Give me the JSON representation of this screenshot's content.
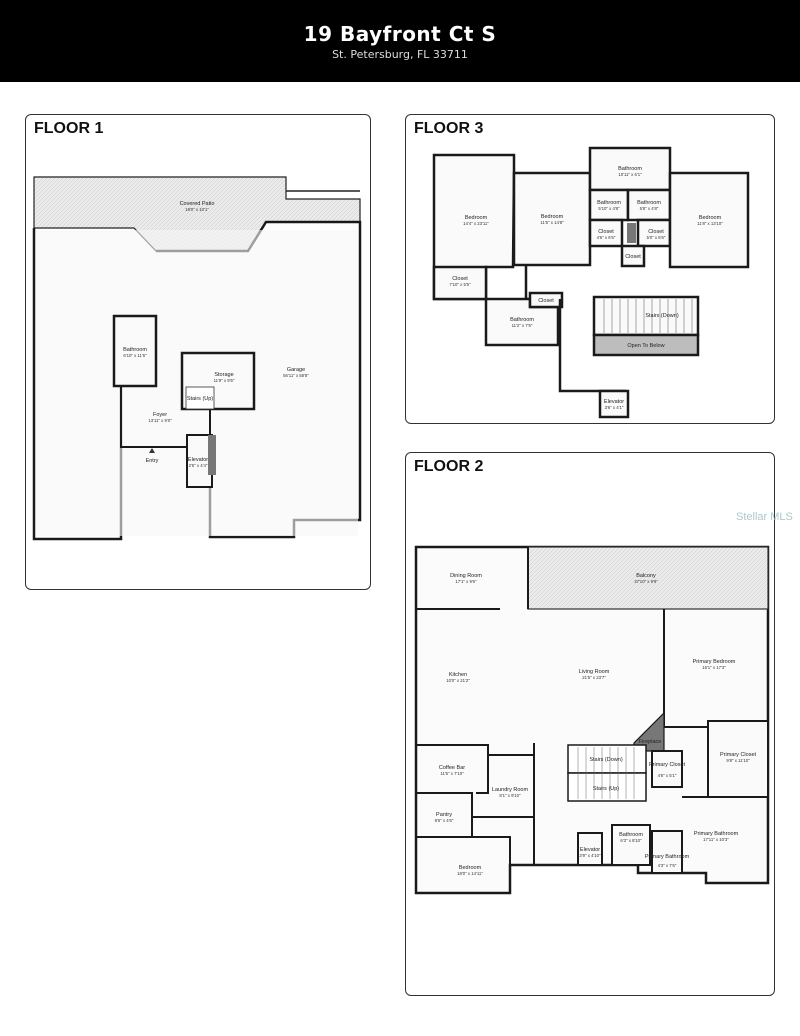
{
  "header": {
    "title": "19 Bayfront Ct S",
    "subtitle": "St. Petersburg, FL 33711"
  },
  "floor1": {
    "title": "FLOOR 1",
    "rooms": {
      "patio": {
        "name": "Covered Patio",
        "dim": "18'0\" x 10'1\""
      },
      "garage": {
        "name": "Garage",
        "dim": "56'11\" x 58'8\""
      },
      "bathroom": {
        "name": "Bathroom",
        "dim": "6'10\" x 11'5\""
      },
      "storage": {
        "name": "Storage",
        "dim": "11'9\" x 9'5\""
      },
      "stairs": {
        "name": "Stairs (Up)"
      },
      "foyer": {
        "name": "Foyer",
        "dim": "13'11\" x 9'0\""
      },
      "entry": {
        "name": "Entry"
      },
      "elevator": {
        "name": "Elevator",
        "dim": "2'5\" x 4'4\""
      }
    }
  },
  "floor3": {
    "title": "FLOOR 3",
    "rooms": {
      "bedroom_a": {
        "name": "Bedroom",
        "dim": "14'4\" x 23'11\""
      },
      "bedroom_b": {
        "name": "Bedroom",
        "dim": "11'5\" x 14'8\""
      },
      "bedroom_c": {
        "name": "Bedroom",
        "dim": "11'8\" x 13'10\""
      },
      "bathroom_top": {
        "name": "Bathroom",
        "dim": "10'11\" x 6'1\""
      },
      "bathroom_l": {
        "name": "Bathroom",
        "dim": "5'10\" x 4'8\""
      },
      "bathroom_r": {
        "name": "Bathroom",
        "dim": "5'8\" x 4'8\""
      },
      "closet_l": {
        "name": "Closet",
        "dim": "4'6\" x 6'6\""
      },
      "closet_r": {
        "name": "Closet",
        "dim": "5'0\" x 6'6\""
      },
      "closet_mid": {
        "name": "Closet"
      },
      "closet_w": {
        "name": "Closet",
        "dim": "7'10\" x 5'5\""
      },
      "closet_small": {
        "name": "Closet"
      },
      "bathroom_low": {
        "name": "Bathroom",
        "dim": "11'2\" x 7'5\""
      },
      "stairs": {
        "name": "Stairs (Down)"
      },
      "open": {
        "name": "Open To Below"
      },
      "elevator": {
        "name": "Elevator",
        "dim": "3'6\" x 4'1\""
      }
    }
  },
  "floor2": {
    "title": "FLOOR 2",
    "rooms": {
      "dining": {
        "name": "Dining Room",
        "dim": "17'1\" x 9'6\""
      },
      "balcony": {
        "name": "Balcony",
        "dim": "37'10\" x 9'9\""
      },
      "kitchen": {
        "name": "Kitchen",
        "dim": "10'0\" x 21'2\""
      },
      "living": {
        "name": "Living Room",
        "dim": "21'5\" x 23'7\""
      },
      "primary_bed": {
        "name": "Primary Bedroom",
        "dim": "16'1\" x 17'3\""
      },
      "fireplace": {
        "name": "Fireplace"
      },
      "primary_closet": {
        "name": "Primary Closet",
        "dim": "9'8\" x 11'10\""
      },
      "coffee": {
        "name": "Coffee Bar",
        "dim": "11'5\" x 7'10\""
      },
      "stairs_down": {
        "name": "Stairs (Down)"
      },
      "stairs_up": {
        "name": "Stairs (Up)"
      },
      "small_closet": {
        "name": "Primary Closet",
        "dim": "4'6\" x 5'1\""
      },
      "laundry": {
        "name": "Laundry Room",
        "dim": "8'1\" x 9'10\""
      },
      "pantry": {
        "name": "Pantry",
        "dim": "8'6\" x 4'6\""
      },
      "elevator": {
        "name": "Elevator",
        "dim": "3'9\" x 4'10\""
      },
      "bathroom": {
        "name": "Bathroom",
        "dim": "6'3\" x 8'10\""
      },
      "primary_bath": {
        "name": "Primary Bathroom",
        "dim": "17'11\" x 10'3\""
      },
      "primary_bath_small": {
        "name": "Primary Bathroom",
        "dim": "4'3\" x 7'6\""
      },
      "bedroom": {
        "name": "Bedroom",
        "dim": "18'0\" x 14'11\""
      }
    }
  },
  "watermark": "Stellar MLS",
  "colors": {
    "header_bg": "#000000",
    "wall": "#1a1a1a",
    "floor_fill": "#f4f4f4",
    "hatch": "#d6d6d6"
  }
}
